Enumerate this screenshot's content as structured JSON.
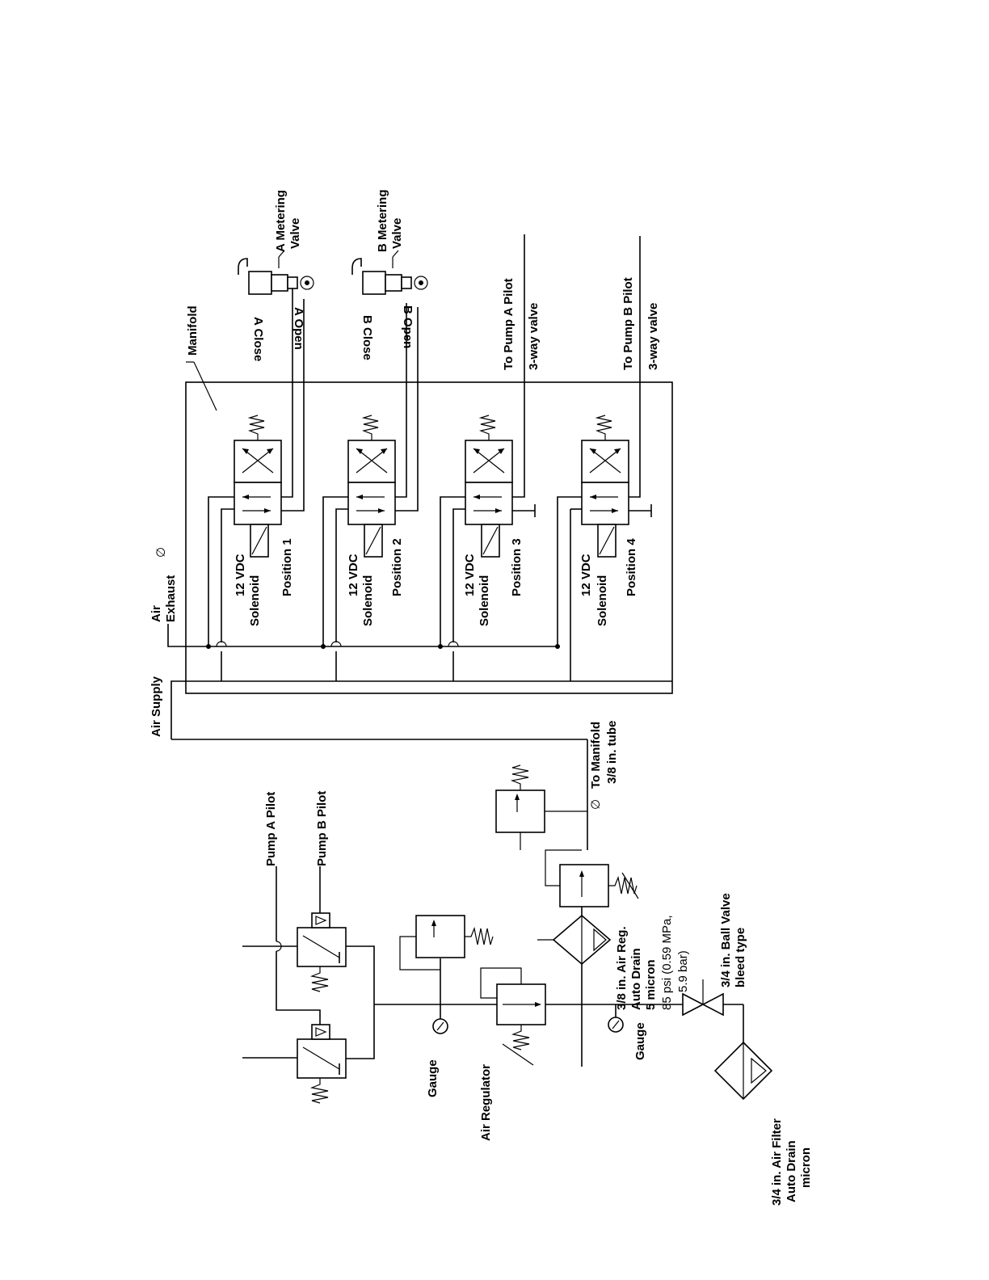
{
  "manifold": {
    "label": "Manifold",
    "air_supply": "Air Supply",
    "air_exhaust": [
      "Air",
      "Exhaust"
    ],
    "exhaust_symbol": "∅"
  },
  "positions": [
    {
      "voltage": "12 VDC",
      "solenoid": "Solenoid",
      "position": "Position 1"
    },
    {
      "voltage": "12 VDC",
      "solenoid": "Solenoid",
      "position": "Position 2"
    },
    {
      "voltage": "12 VDC",
      "solenoid": "Solenoid",
      "position": "Position 3"
    },
    {
      "voltage": "12 VDC",
      "solenoid": "Solenoid",
      "position": "Position 4"
    }
  ],
  "metering_valves": {
    "a": {
      "line1": "A Metering",
      "line2": "Valve",
      "close": "A Close",
      "open": "A Open"
    },
    "b": {
      "line1": "B Metering",
      "line2": "Valve",
      "close": "B Close",
      "open": "B Open"
    }
  },
  "pump_pilot_outputs": {
    "a": {
      "line1": "To Pump A Pilot",
      "line2": "3-way valve"
    },
    "b": {
      "line1": "To Pump B Pilot",
      "line2": "3-way valve"
    }
  },
  "supply_panel": {
    "pump_a_pilot": "Pump A Pilot",
    "pump_b_pilot": "Pump B Pilot",
    "gauge_upper": "Gauge",
    "air_regulator": "Air Regulator",
    "gauge_lower": "Gauge",
    "to_manifold": [
      "To Manifold",
      "3/8 in. tube"
    ],
    "to_manifold_symbol": "∅",
    "air_reg": [
      "3/8 in. Air Reg.",
      "Auto Drain",
      "5 micron"
    ],
    "pressure": [
      "85 psi (0.59 MPa,",
      "5.9 bar)"
    ],
    "ball_valve": [
      "3/4 in. Ball Valve",
      "bleed type"
    ],
    "air_filter": [
      "3/4 in. Air Filter",
      "Auto Drain",
      "micron"
    ]
  }
}
